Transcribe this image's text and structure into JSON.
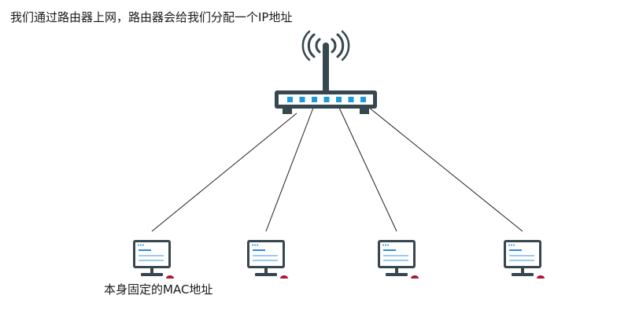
{
  "top_caption": "我们通过路由器上网，路由器会给我们分配一个IP地址",
  "bottom_caption": "本身固定的MAC地址",
  "router": {
    "icon": "wifi-router-icon",
    "port_count": 7
  },
  "computers": [
    {
      "icon": "desktop-computer-icon"
    },
    {
      "icon": "desktop-computer-icon"
    },
    {
      "icon": "desktop-computer-icon"
    },
    {
      "icon": "desktop-computer-icon"
    }
  ],
  "colors": {
    "line": "#1f1f1f",
    "device_dark": "#37474f",
    "port": "#1e9bd7",
    "screen_line": "#2d8ce0",
    "screen_line_light": "#9ccbf0",
    "mouse": "#c0102e"
  }
}
